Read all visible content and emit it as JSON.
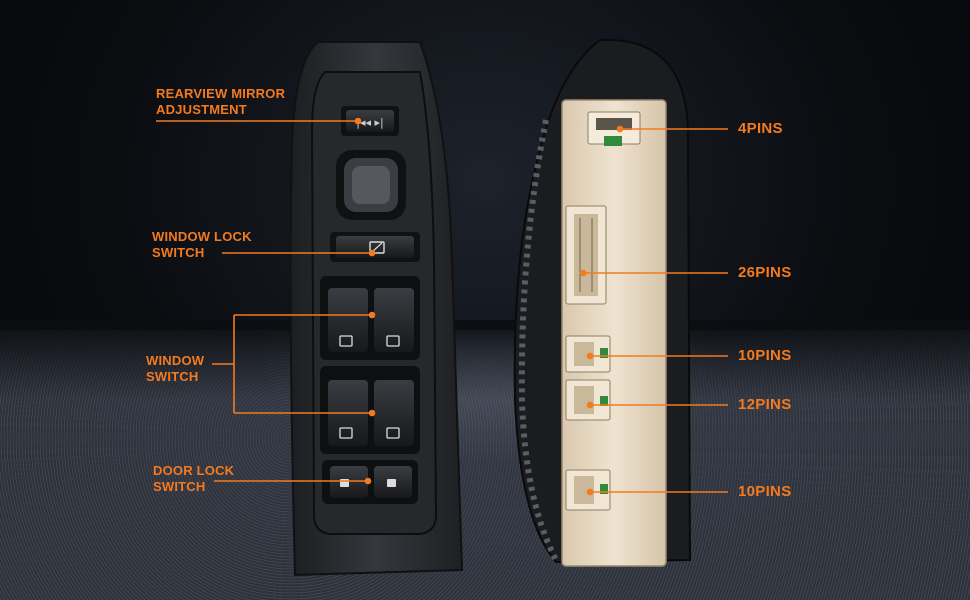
{
  "callouts_left": {
    "rearview": [
      "REARVIEW MIRROR",
      "ADJUSTMENT"
    ],
    "window_lock": [
      "WINDOW LOCK",
      "SWITCH"
    ],
    "window_switch": [
      "WINDOW",
      "SWITCH"
    ],
    "door_lock": [
      "DOOR LOCK",
      "SWITCH"
    ]
  },
  "callouts_right": {
    "pins_4": "4PINS",
    "pins_26": "26PINS",
    "pins_10a": "10PINS",
    "pins_12": "12PINS",
    "pins_10b": "10PINS"
  },
  "colors": {
    "accent": "#f47a20",
    "panel": "#2c2f33",
    "connector_housing": "#e6d8c3"
  }
}
